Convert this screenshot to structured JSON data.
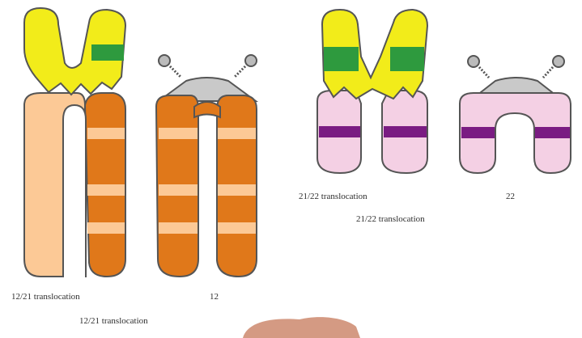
{
  "labels": {
    "left_pair_derivative": "12/21 translocation",
    "left_pair_normal": "12",
    "left_caption": "12/21 translocation",
    "right_pair_derivative": "21/22 translocation",
    "right_pair_normal": "22",
    "right_caption": "21/22 translocation"
  },
  "colors": {
    "yellow_arm": "#f2ec1a",
    "green_band": "#2e9a3e",
    "peach_arm": "#fcc996",
    "orange_arm": "#e0781a",
    "orange_light_band": "#fcc996",
    "pink_arm": "#f4d0e4",
    "purple_band": "#7a1c82",
    "grey_centromere": "#c9c9c9",
    "outline": "#555555",
    "skin_tone": "#d49a83"
  }
}
